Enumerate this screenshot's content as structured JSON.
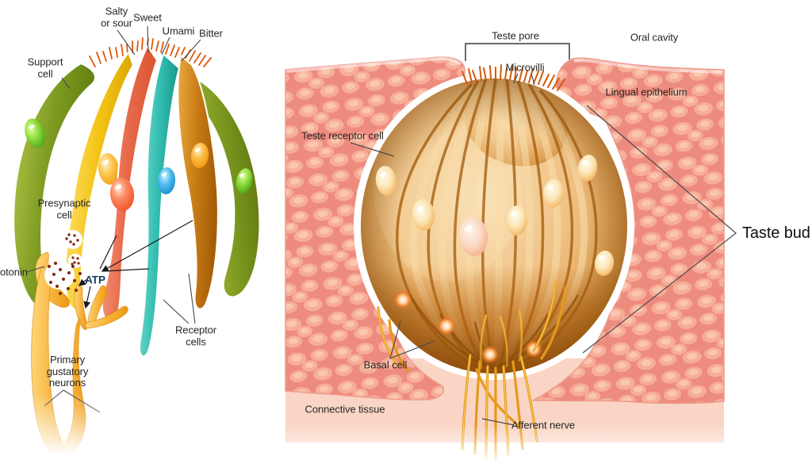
{
  "left": {
    "labels": {
      "salty_or_sour": "Salty\nor sour",
      "sweet": "Sweet",
      "umami": "Umami",
      "bitter": "Bitter",
      "support_cell": "Support\ncell",
      "presynaptic_cell": "Presynaptic\ncell",
      "serotonin": "otonin",
      "atp": "ATP",
      "receptor_cells": "Receptor\ncells",
      "primary_gustatory_neurons": "Primary\ngustatory\nneurons"
    }
  },
  "right": {
    "labels": {
      "teste_pore": "Teste pore",
      "microvilli": "Microvilli",
      "oral_cavity": "Oral cavity",
      "lingual_epithelium": "Lingual epithelium",
      "teste_receptor_cell": "Teste receptor cell",
      "taste_bud": "Taste bud",
      "basal_cell": "Basal cell",
      "connective_tissue": "Connective tissue",
      "afferent_nerve": "Afferent nerve"
    }
  },
  "colors": {
    "label_text": "#262626",
    "atp_text": "#17395F",
    "support_cell_green": "#7E9B21",
    "presynaptic_cell_yellow": "#F2C515",
    "sweet_cell_salmon": "#E96F52",
    "umami_cell_teal": "#35BFB2",
    "bitter_cell_brown": "#C97C16",
    "neuron_orange": "#F0A01F",
    "serotonin_dot": "#7E2A10",
    "epithelium_pink": "#EE8B7F",
    "epithelium_cell_peach": "#F7AE99",
    "taste_bud_tan": "#E8B06A",
    "bud_crevice": "#A66012",
    "basal_cell_orange": "#BA6A10",
    "nerve_gold": "#E59A18",
    "connective_tissue_peach": "#FAD5C5",
    "microvilli_orange": "#D65A08"
  }
}
